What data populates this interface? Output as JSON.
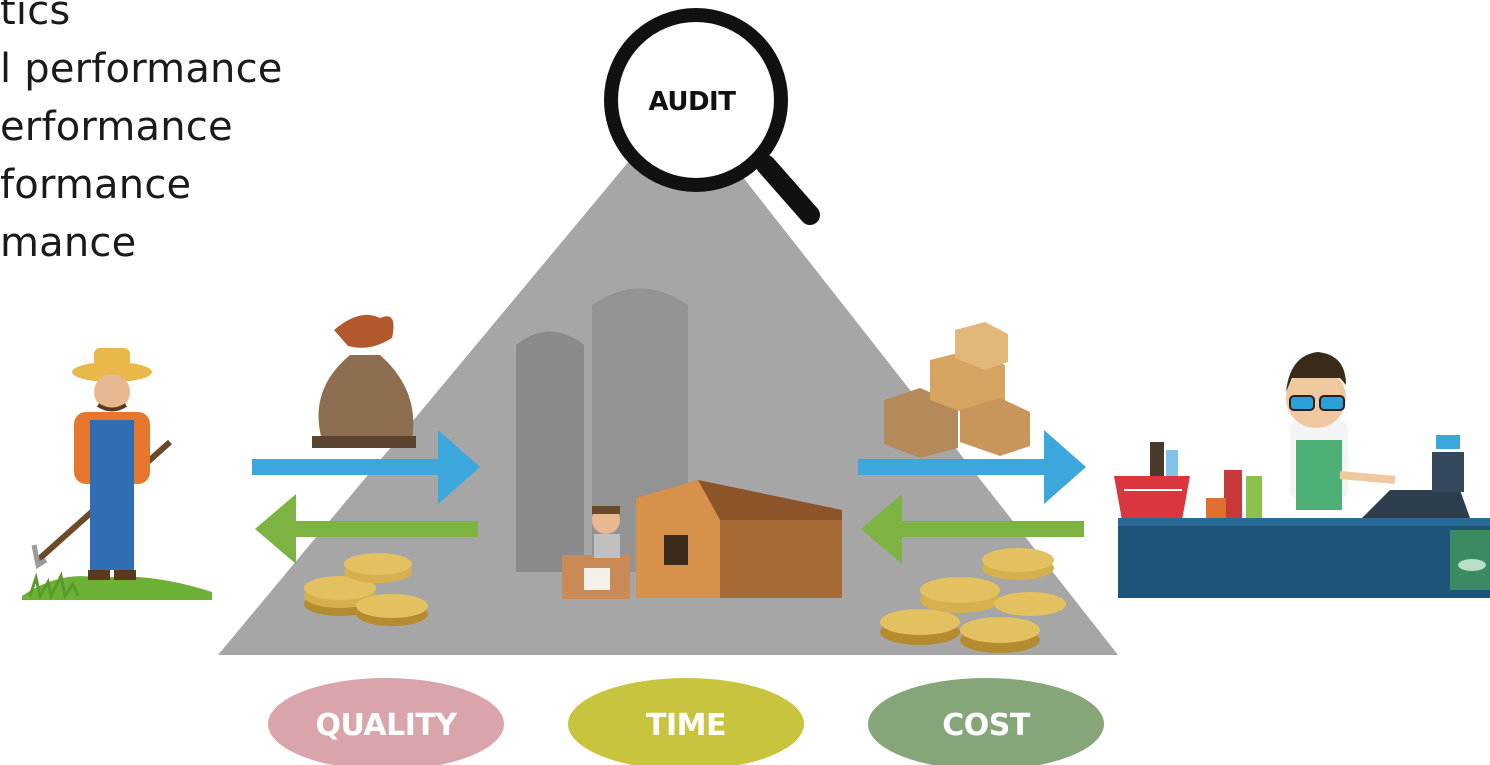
{
  "text_lines": [
    "",
    "tics",
    "l performance",
    "erformance",
    "formance",
    "mance"
  ],
  "audit_label": "AUDIT",
  "ovals": [
    {
      "label": "QUALITY",
      "color": "#d9a5ab"
    },
    {
      "label": "TIME",
      "color": "#c9c43e"
    },
    {
      "label": "COST",
      "color": "#86a578"
    }
  ],
  "colors": {
    "pyramid": "#a6a6a6",
    "arrow_blue": "#3ba7dc",
    "arrow_green": "#7cb342"
  },
  "icons": [
    "magnifier-icon",
    "farmer-icon",
    "grain-sack-icon",
    "coins-icon",
    "silo-icon",
    "warehouse-icon",
    "boxes-icon",
    "shopkeeper-icon",
    "shopping-basket-icon",
    "cash-register-icon"
  ]
}
